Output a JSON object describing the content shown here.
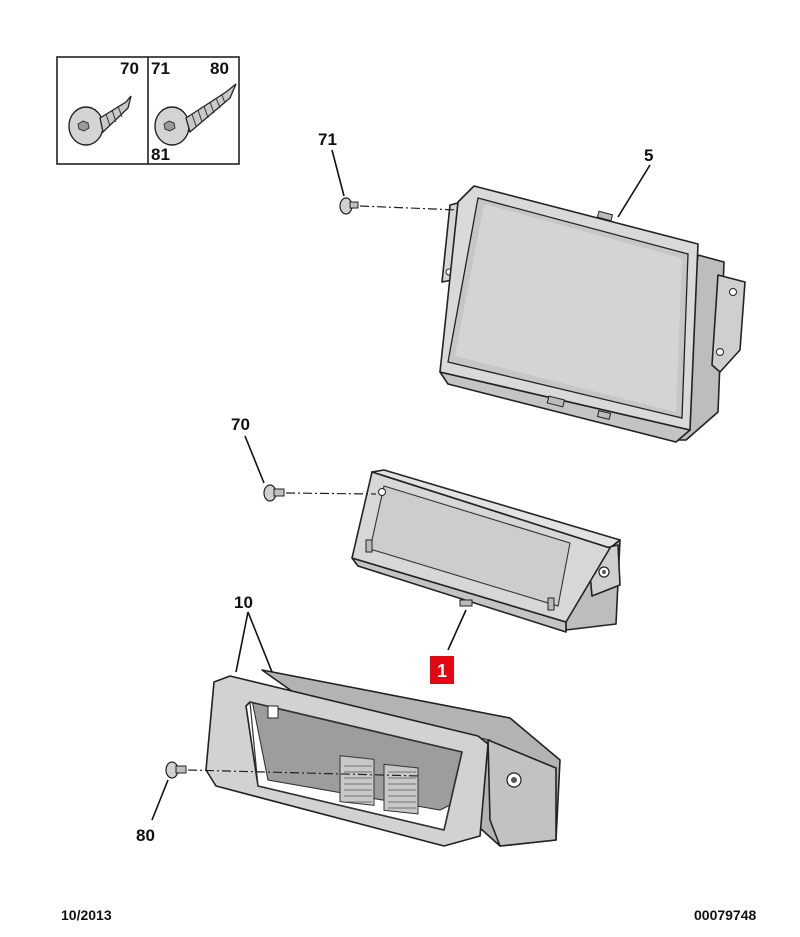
{
  "legend": {
    "left_label": "70",
    "top_labels": [
      "71",
      "80"
    ],
    "bottom_label": "81"
  },
  "callouts": {
    "display_screen": "5",
    "screen_screw": "71",
    "unit_screw": "70",
    "housing": "10",
    "housing_screw": "80"
  },
  "highlight": {
    "label": "1",
    "color": "#e30613"
  },
  "footer": {
    "date": "10/2013",
    "reference": "00079748"
  },
  "colors": {
    "part_fill": "#d9d9d9",
    "part_dark": "#b8b8b8",
    "part_light": "#ececec",
    "outline": "#222222"
  }
}
